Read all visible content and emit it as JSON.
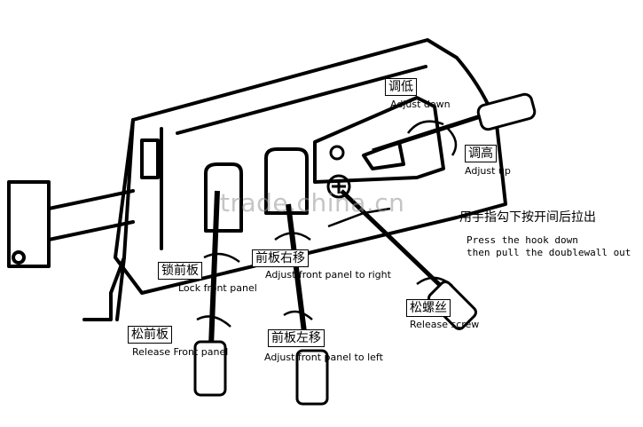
{
  "labels": {
    "adjust_down_cn": "调低",
    "adjust_down_en": "Adjust down",
    "adjust_up_cn": "调高",
    "adjust_up_en": "Adjust up",
    "hook_cn": "用手指勾下按开间后拉出",
    "hook_en_line1": "Press the hook down",
    "hook_en_line2": "then pull the doublewall out",
    "lock_front_cn": "锁前板",
    "lock_front_en": "Lock front panel",
    "front_right_cn": "前板右移",
    "front_right_en": "Adjust front panel to right",
    "release_screw_cn": "松螺丝",
    "release_screw_en": "Release screw",
    "release_front_cn": "松前板",
    "release_front_en": "Release Front panel",
    "front_left_cn": "前板左移",
    "front_left_en": "Adjust front panel to left"
  },
  "watermark": "trade.china.cn"
}
